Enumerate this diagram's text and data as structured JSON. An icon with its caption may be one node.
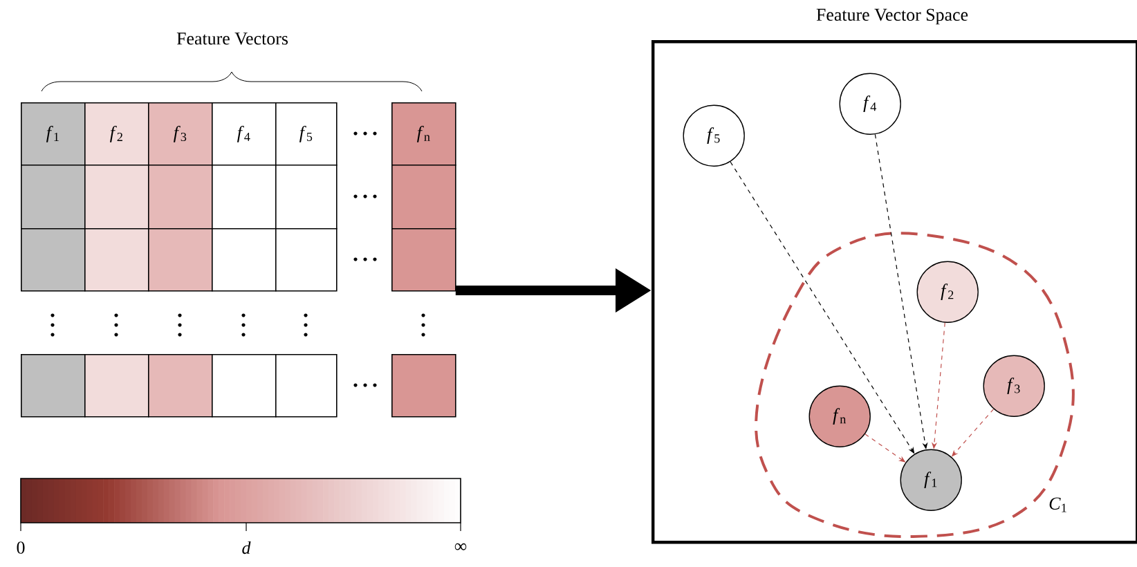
{
  "diagram": {
    "nodes": [
      {
        "text": [
          "Feature Vectors"
        ]
      },
      {
        "text": [
          "Feature Vector Space"
        ]
      },
      {
        "text": [
          "*f*$_{5}$"
        ],
        "in": 1
      },
      {
        "text": [
          "*f*$_{4}$"
        ],
        "in": 1
      },
      {
        "text": [],
        "shape": "blob",
        "beside": [
          "*C*$_{1}$"
        ],
        "in": 1
      },
      {
        "text": [
          "*f*$_{2}$"
        ],
        "in": 4
      },
      {
        "text": [
          "*f*$_{3}$"
        ],
        "in": 4
      },
      {
        "text": [
          "*f*$_{n}$"
        ],
        "in": 4
      },
      {
        "text": [
          "*f*$_{1}$"
        ],
        "in": 4
      }
    ],
    "edges": [
      {
        "from": 0,
        "to": 1,
        "arrow": "to",
        "style": "thick"
      },
      {
        "from": 2,
        "to": 8,
        "arrow": "to",
        "style": "dashed"
      },
      {
        "from": 3,
        "to": 8,
        "arrow": "to",
        "style": "dashed"
      },
      {
        "from": 5,
        "to": 8,
        "arrow": "to",
        "style": "dashed",
        "color": "#c0504d"
      },
      {
        "from": 6,
        "to": 8,
        "arrow": "to",
        "style": "dashed",
        "color": "#c0504d"
      },
      {
        "from": 7,
        "to": 8,
        "arrow": "to",
        "style": "dashed",
        "color": "#c0504d"
      }
    ],
    "labels": [
      "*f*$_{1}$",
      "*f*$_{2}$",
      "*f*$_{3}$",
      "*f*$_{4}$",
      "*f*$_{5}$",
      "*f*$_{n}$",
      "0",
      "*d*",
      "∞"
    ]
  }
}
